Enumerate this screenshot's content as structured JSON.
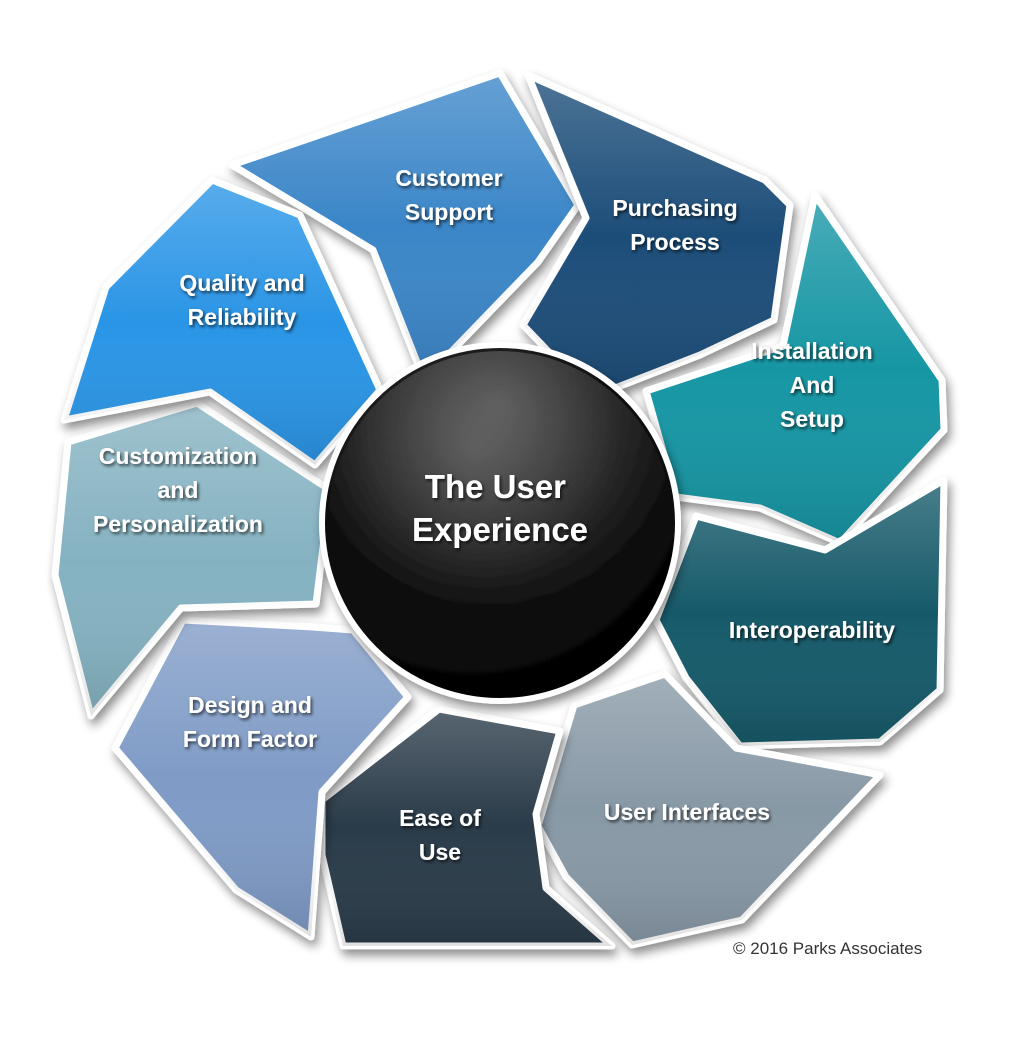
{
  "title": "The User Experience",
  "center_lines": [
    "The User",
    "Experience"
  ],
  "segments": [
    {
      "id": "customer-support",
      "lines": [
        "Customer",
        "Support"
      ],
      "color": "#3a86c8"
    },
    {
      "id": "purchasing-process",
      "lines": [
        "Purchasing",
        "Process"
      ],
      "color": "#1f4e79"
    },
    {
      "id": "installation-and-setup",
      "lines": [
        "Installation",
        "And",
        "Setup"
      ],
      "color": "#1796a4"
    },
    {
      "id": "interoperability",
      "lines": [
        "Interoperability"
      ],
      "color": "#145a6a"
    },
    {
      "id": "user-interfaces",
      "lines": [
        "User Interfaces"
      ],
      "color": "#8899a6"
    },
    {
      "id": "ease-of-use",
      "lines": [
        "Ease of",
        "Use"
      ],
      "color": "#2c3a48"
    },
    {
      "id": "design-and-form-factor",
      "lines": [
        "Design and",
        "Form Factor"
      ],
      "color": "#7f9bc6"
    },
    {
      "id": "customization-and-personalization",
      "lines": [
        "Customization",
        "and",
        "Personalization"
      ],
      "color": "#85b2c1"
    },
    {
      "id": "quality-and-reliability",
      "lines": [
        "Quality and",
        "Reliability"
      ],
      "color": "#2a95e6"
    }
  ],
  "center_color": "#0c0c0c",
  "copyright": "© 2016 Parks Associates"
}
